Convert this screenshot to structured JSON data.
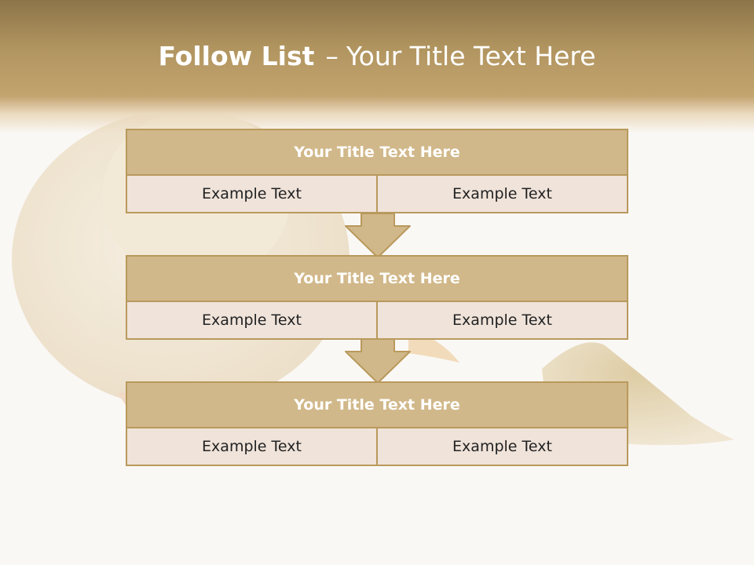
{
  "header": {
    "title_strong": "Follow List",
    "title_separator": "–",
    "title_rest": "Your Title Text Here"
  },
  "blocks": [
    {
      "title": "Your Title Text Here",
      "cells": [
        "Example Text",
        "Example Text"
      ]
    },
    {
      "title": "Your Title Text Here",
      "cells": [
        "Example Text",
        "Example Text"
      ]
    },
    {
      "title": "Your Title Text Here",
      "cells": [
        "Example Text",
        "Example Text"
      ]
    }
  ],
  "colors": {
    "header_band": "#b0945f",
    "block_title_fill": "#d1b88a",
    "block_cell_fill": "#efe3da",
    "block_border": "#b9995c",
    "arrow_fill": "#d1b88a"
  },
  "icons": {
    "background": "chick-and-grain-pile-picture",
    "connector": "down-arrow-icon"
  }
}
